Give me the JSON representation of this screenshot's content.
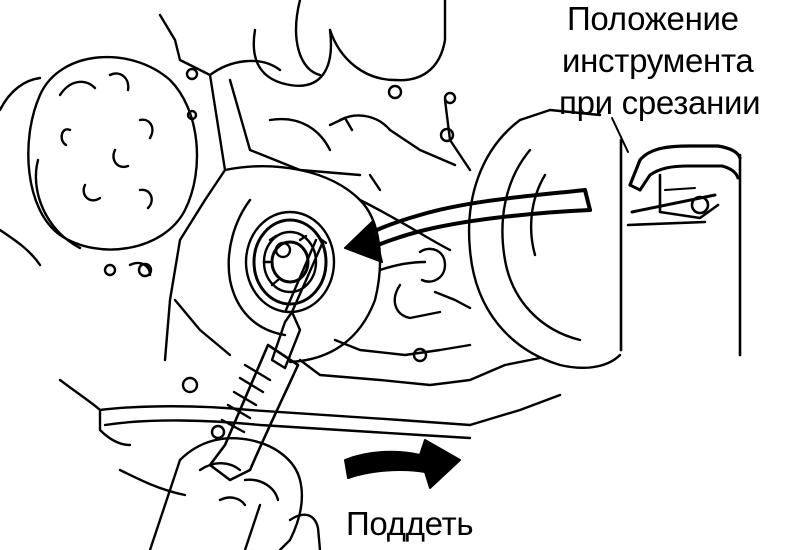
{
  "callout": {
    "line1": "Положение",
    "line2": "инструмента",
    "line3": "при срезании"
  },
  "action_label": "Поддеть",
  "colors": {
    "ink": "#000000",
    "paper": "#ffffff"
  },
  "icons": {
    "view_arrow": "curved-arrow-left",
    "pry_arrow": "curved-arrow-right"
  }
}
